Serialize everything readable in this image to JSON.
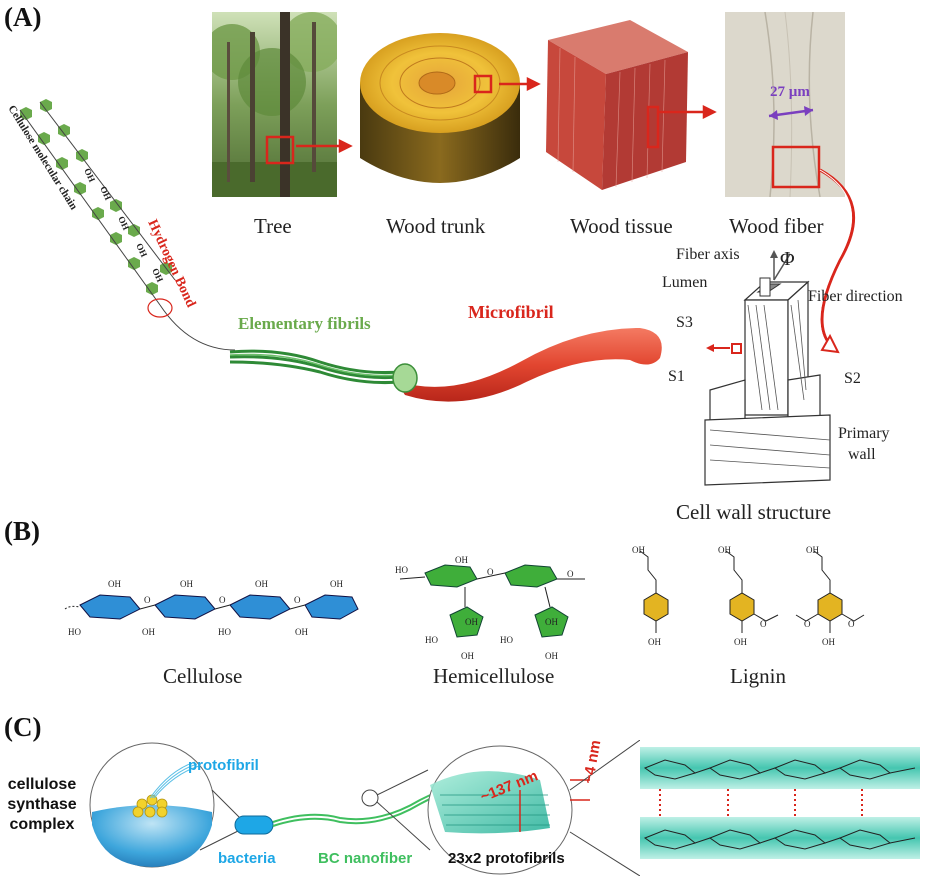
{
  "panel_a": {
    "letter": "(A)",
    "captions": {
      "tree": "Tree",
      "trunk": "Wood trunk",
      "tissue": "Wood tissue",
      "fiber": "Wood fiber",
      "cellwall": "Cell wall structure"
    },
    "measure": "27 µm",
    "chain_labels": {
      "cellulose_chain": "Cellulose molecular chain",
      "hydrogen_bond": "Hydrogen Bond",
      "oh": "OH"
    },
    "fibril_labels": {
      "elementary": "Elementary fibrils",
      "microfibril": "Microfibril"
    },
    "cell_labels": {
      "fiber_axis": "Fiber axis",
      "phi": "Φ",
      "lumen": "Lumen",
      "fiber_direction": "Fiber direction",
      "s3": "S3",
      "s1": "S1",
      "s2": "S2",
      "primary": "Primary",
      "wall": "wall"
    }
  },
  "panel_b": {
    "letter": "(B)",
    "captions": {
      "cellulose": "Cellulose",
      "hemicellulose": "Hemicellulose",
      "lignin": "Lignin"
    },
    "atom_labels": {
      "oh": "OH",
      "ho": "HO",
      "o": "O"
    }
  },
  "panel_c": {
    "letter": "(C)",
    "labels": {
      "complex_line1": "cellulose",
      "complex_line2": "synthase",
      "complex_line3": "complex",
      "protofibril": "protofibril",
      "bacteria": "bacteria",
      "nanofiber": "BC nanofiber",
      "protofibrils_count": "23x2 protofibrils",
      "length": "~137 nm",
      "width": "~4 nm"
    }
  },
  "colors": {
    "red": "#d9261c",
    "green_fibril": "#4a9e45",
    "microfibril": "#e8452e",
    "ring_blue": "#2f8fd6",
    "ring_green": "#3fae3a",
    "ring_yellow": "#e3b422",
    "teal": "#3fc9b3",
    "bacteria_blue": "#1ea7e6"
  }
}
